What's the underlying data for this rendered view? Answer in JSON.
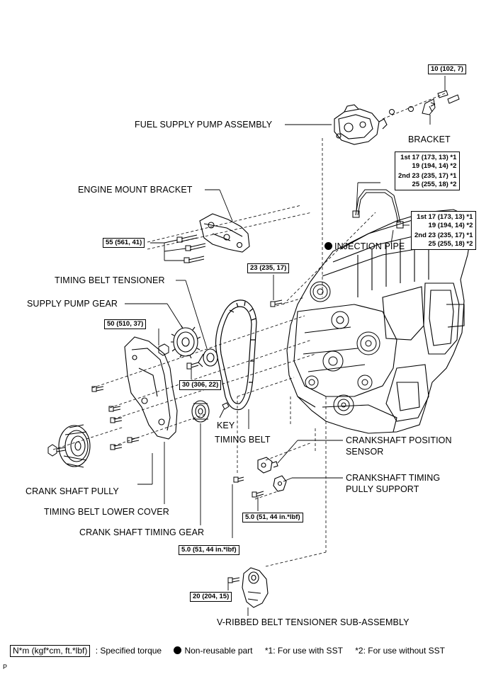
{
  "labels": {
    "fuel_supply_pump": "FUEL SUPPLY PUMP ASSEMBLY",
    "bracket": "BRACKET",
    "engine_mount_bracket": "ENGINE MOUNT BRACKET",
    "injection_pipe": "INJECTION PIPE",
    "timing_belt_tensioner": "TIMING BELT TENSIONER",
    "supply_pump_gear": "SUPPLY PUMP GEAR",
    "key": "KEY",
    "timing_belt": "TIMING BELT",
    "crankshaft_position_sensor_1": "CRANKSHAFT POSITION",
    "crankshaft_position_sensor_2": "SENSOR",
    "crankshaft_timing_pully_support_1": "CRANKSHAFT TIMING",
    "crankshaft_timing_pully_support_2": "PULLY SUPPORT",
    "crank_shaft_pully": "CRANK SHAFT PULLY",
    "timing_belt_lower_cover": "TIMING BELT LOWER COVER",
    "crank_shaft_timing_gear": "CRANK SHAFT TIMING GEAR",
    "v_ribbed_belt_tensioner": "V-RIBBED BELT TENSIONER SUB-ASSEMBLY"
  },
  "torques": {
    "bracket_bolts": "10 (102, 7)",
    "engine_mount": "55 (561, 41)",
    "block_bolt": "23 (235, 17)",
    "supply_pump_gear": "50 (510, 37)",
    "tensioner": "30 (306, 22)",
    "sensor": "5.0 (51, 44 in.*lbf)",
    "support": "5.0 (51, 44 in.*lbf)",
    "v_ribbed": "20 (204, 15)",
    "injection_pipe_top": [
      "1st 17 (173, 13) *1",
      "19 (194, 14) *2",
      "2nd 23 (235, 17) *1",
      "25 (255, 18) *2"
    ],
    "injection_pipe_bottom": [
      "1st 17 (173, 13) *1",
      "19 (194, 14) *2",
      "2nd 23 (235, 17) *1",
      "25 (255, 18) *2"
    ]
  },
  "legend": {
    "unit_box": "N*m (kgf*cm, ft.*lbf)",
    "specified_torque": ": Specified torque",
    "non_reusable": "Non-reusable part",
    "note1": "*1: For use with SST",
    "note2": "*2: For use without SST"
  },
  "corner_mark": "P"
}
